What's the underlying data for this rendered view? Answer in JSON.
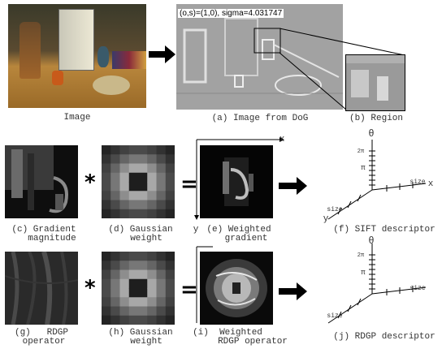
{
  "row1": {
    "image_caption": "Image",
    "dog_caption": "(a) Image from DoG",
    "region_caption": "(b) Region",
    "dog_overlay": "(o,s)=(1,0), sigma=4.031747"
  },
  "row2": {
    "c_caption_1": "(c) Gradient",
    "c_caption_2": "magnitude",
    "d_caption_1": "(d) Gaussian",
    "d_caption_2": "weight",
    "e_caption_1": "(e) Weighted",
    "e_caption_2": "gradient",
    "f_caption": "(f) SIFT descriptor",
    "star": "*",
    "equals": "=",
    "x_label": "x",
    "y_label": "y",
    "axis_theta": "θ",
    "axis_2pi": "2π",
    "axis_pi": "π",
    "axis_size_x": "size",
    "axis_size_y": "size"
  },
  "row3": {
    "g_caption_1": "(g)   RDGP",
    "g_caption_2": "operator",
    "h_caption_1": "(h) Gaussian",
    "h_caption_2": "weight",
    "i_caption_1": "(i)  Weighted",
    "i_caption_2": "RDGP operator",
    "j_caption": "(j) RDGP descriptor",
    "star": "*",
    "equals": "=",
    "axis_theta": "θ",
    "axis_2pi": "2π",
    "axis_pi": "π",
    "axis_size_x": "size",
    "axis_size_y": "size"
  }
}
